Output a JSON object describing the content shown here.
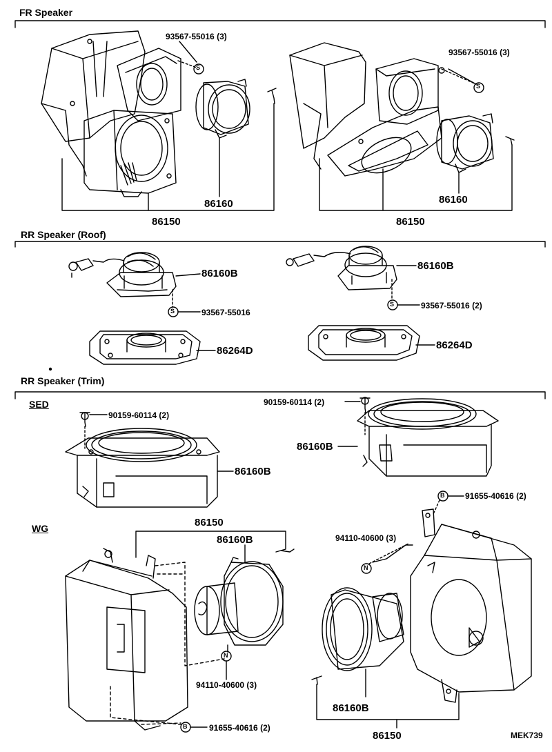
{
  "sections": {
    "fr": "FR Speaker",
    "rr_roof": "RR Speaker (Roof)",
    "rr_trim": "RR Speaker (Trim)",
    "sed": "SED",
    "wg": "WG"
  },
  "fr_left": {
    "bolt": "93567-55016 (3)",
    "speaker": "86160",
    "assy": "86150"
  },
  "fr_right": {
    "bolt": "93567-55016 (3)",
    "speaker": "86160",
    "assy": "86150"
  },
  "roof_left": {
    "speaker": "86160B",
    "bolt": "93567-55016",
    "cover": "86264D"
  },
  "roof_right": {
    "speaker": "86160B",
    "bolt": "93567-55016 (2)",
    "cover": "86264D"
  },
  "sed_left": {
    "screw": "90159-60114 (2)",
    "speaker": "86160B"
  },
  "sed_right": {
    "screw": "90159-60114 (2)",
    "speaker": "86160B"
  },
  "wg_left": {
    "assy": "86150",
    "speaker": "86160B",
    "nut": "94110-40600 (3)",
    "bolt": "91655-40616 (2)"
  },
  "wg_right": {
    "bolt": "91655-40616 (2)",
    "nut": "94110-40600 (3)",
    "speaker": "86160B",
    "assy": "86150"
  },
  "ref_code": "MEK739",
  "symbols": {
    "s": "S",
    "n": "N",
    "b": "B"
  }
}
